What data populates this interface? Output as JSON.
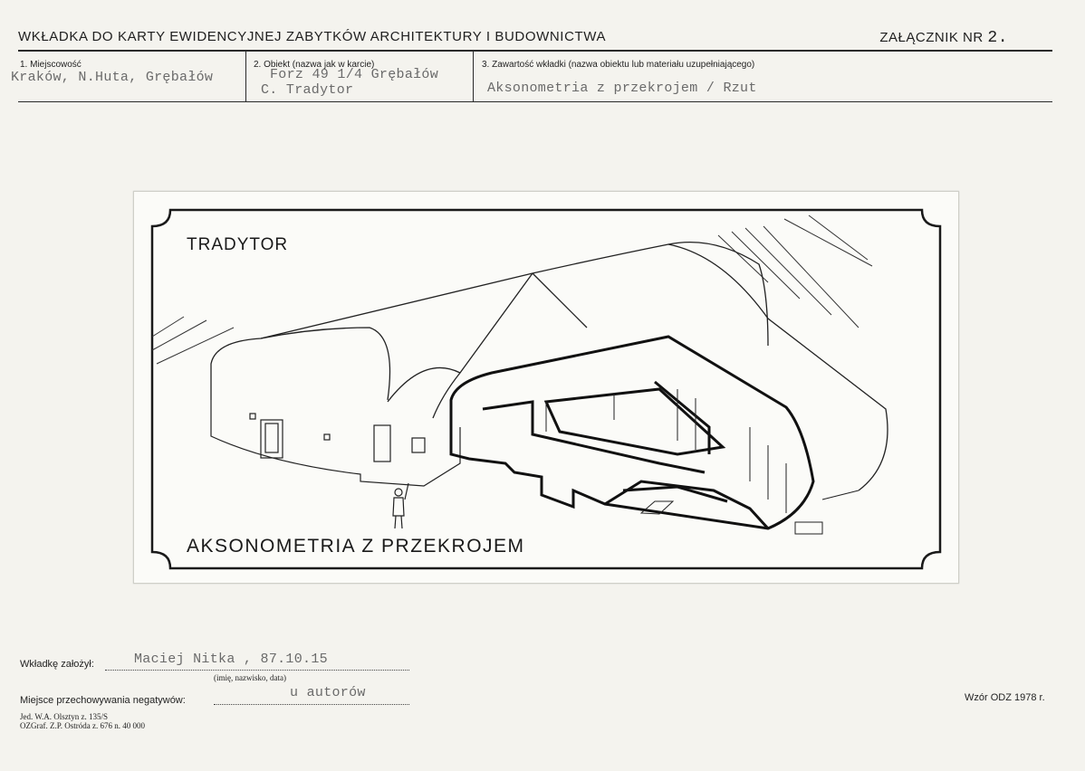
{
  "header": {
    "title": "WKŁADKA DO KARTY EWIDENCYJNEJ ZABYTKÓW ARCHITEKTURY I BUDOWNICTWA",
    "annex_label": "ZAŁĄCZNIK NR",
    "annex_number": "2."
  },
  "fields": {
    "location": {
      "label": "1. Miejscowość",
      "value": "Kraków, N.Huta, Grębałów"
    },
    "object": {
      "label": "2. Obiekt (nazwa jak w karcie)",
      "value_line1": "Forz 49 1/4 Grębałów",
      "value_line2": "C. Tradytor"
    },
    "content": {
      "label": "3. Zawartość wkładki (nazwa obiektu lub materiału uzupełniającego)",
      "value": "Aksonometria z przekrojem / Rzut"
    }
  },
  "drawing": {
    "title": "TRADYTOR",
    "caption": "AKSONOMETRIA Z PRZEKROJEM"
  },
  "footer": {
    "created_by_label": "Wkładkę założył:",
    "created_by_value": "Maciej Nitka , 87.10.15",
    "created_by_hint": "(imię, nazwisko, data)",
    "negatives_label": "Miejsce przechowywania negatywów:",
    "negatives_value": "u autorów",
    "print_line1": "Jed. W.A. Olsztyn z. 135/S",
    "print_line2": "OZGraf. Z.P. Ostróda z. 676 n. 40 000",
    "form_code": "Wzór ODZ 1978 r."
  }
}
